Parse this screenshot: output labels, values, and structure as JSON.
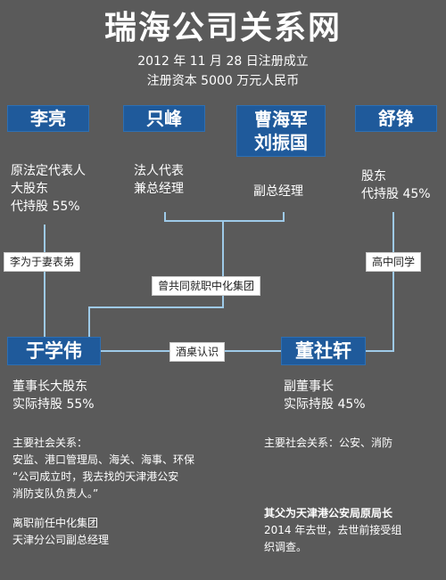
{
  "header": {
    "title": "瑞海公司关系网",
    "registration_date": "2012 年 11 月 28 日注册成立",
    "registered_capital": "注册资本 5000 万元人民币"
  },
  "people": {
    "li_liang": {
      "name": "李亮",
      "roles": [
        "原法定代表人",
        "大股东",
        "代持股 55%"
      ]
    },
    "zhi_feng": {
      "name": "只峰",
      "roles": [
        "法人代表",
        "兼总经理"
      ]
    },
    "cao_liu": {
      "names": [
        "曹海军",
        "刘振国"
      ],
      "roles": [
        "副总经理"
      ]
    },
    "shu_zheng": {
      "name": "舒铮",
      "roles": [
        "股东",
        "代持股 45%"
      ]
    },
    "yu_xuewei": {
      "name": "于学伟",
      "roles": [
        "董事长大股东",
        "实际持股 55%"
      ]
    },
    "dong_shexuan": {
      "name": "董社轩",
      "roles": [
        "副董事长",
        "实际持股 45%"
      ]
    }
  },
  "relations": {
    "li_yu": "李为于妻表弟",
    "group": "曾共同就职中化集团",
    "drinking": "酒桌认识",
    "classmate": "高中同学"
  },
  "notes": {
    "yu": {
      "heading": "主要社会关系：",
      "line1": "安监、港口管理局、海关、海事、环保",
      "quote1": "“公司成立时，我去找的天津港公安",
      "quote2": "消防支队负责人。”",
      "former1": "离职前任中化集团",
      "former2": "天津分公司副总经理"
    },
    "dong": {
      "heading": "主要社会关系：公安、消防",
      "father": "其父为天津港公安局原局长",
      "died1": "2014 年去世，去世前接受组",
      "died2": "织调查。"
    }
  },
  "colors": {
    "background": "#5a5a5a",
    "box": "#1f5a9b",
    "line": "#9ecae8",
    "text": "#ffffff"
  }
}
